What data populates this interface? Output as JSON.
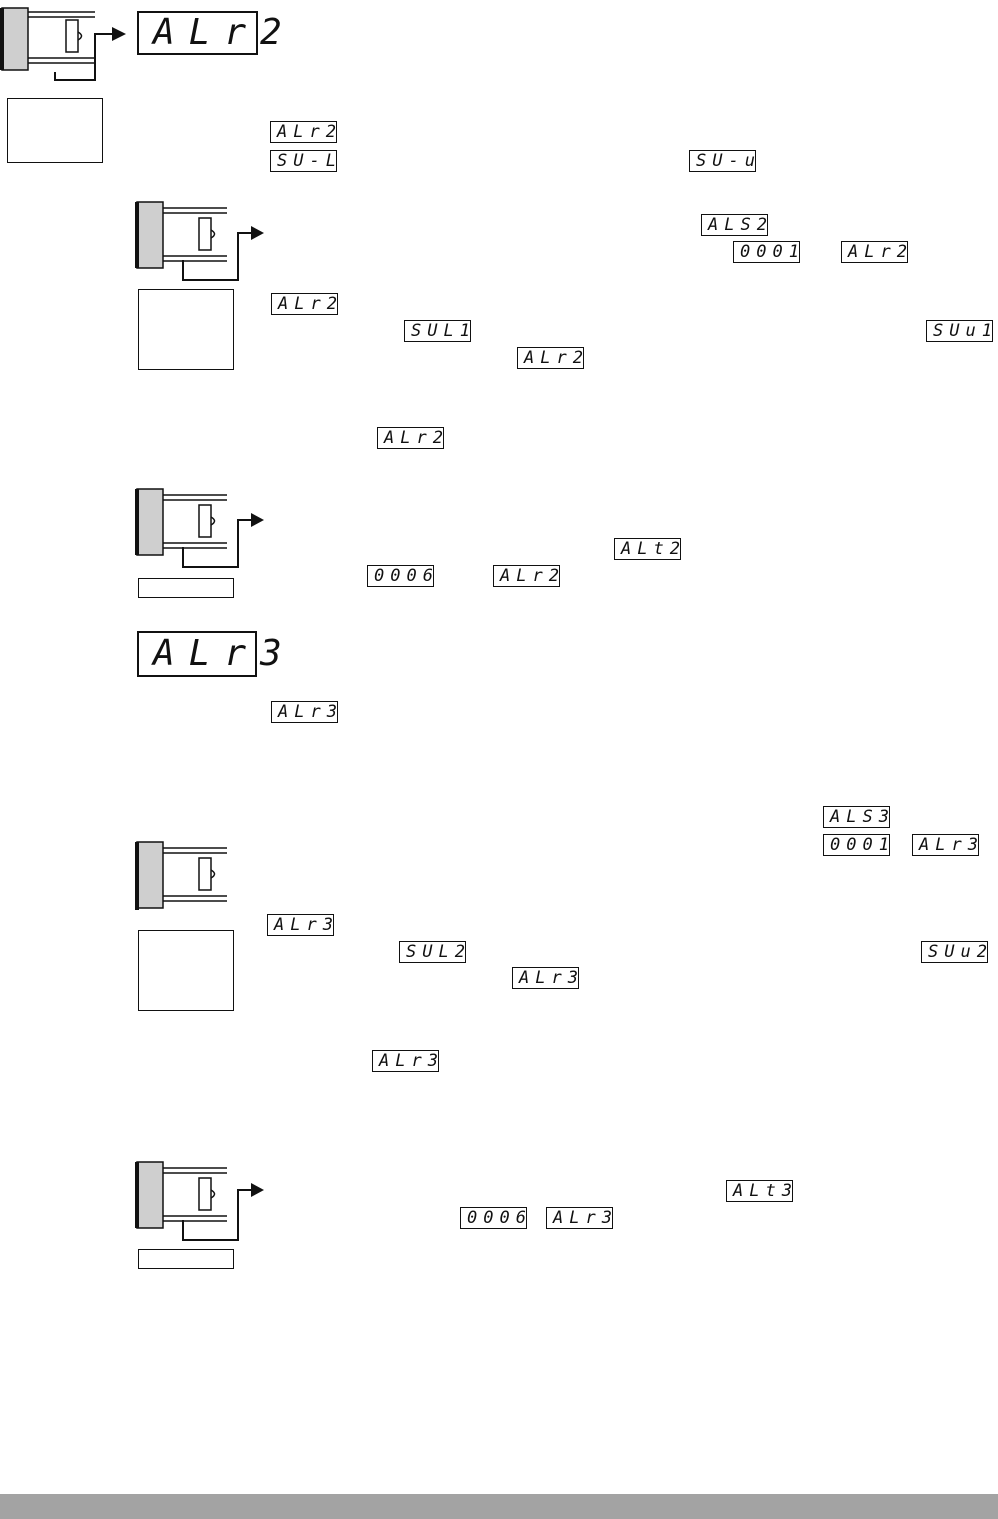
{
  "section_alr2": {
    "header_display": "ALr2",
    "intro": {
      "line1_code": "ALr2",
      "line2_code_left": "SU-L",
      "line2_code_right": "SU-u"
    },
    "block1": {
      "code_als": "ALS2",
      "code_value": "0001",
      "code_menu": "ALr2",
      "sub_code": "ALr2",
      "sub_low": "SUL1",
      "sub_high": "SUu1",
      "sub_menu": "ALr2",
      "note_code": "ALr2"
    },
    "block2": {
      "code_alt": "ALt2",
      "code_value": "0006",
      "code_menu": "ALr2"
    }
  },
  "section_alr3": {
    "header_display": "ALr3",
    "intro": {
      "line1_code": "ALr3"
    },
    "block1": {
      "code_als": "ALS3",
      "code_value": "0001",
      "code_menu": "ALr3",
      "sub_code": "ALr3",
      "sub_low": "SUL2",
      "sub_high": "SUu2",
      "sub_menu": "ALr3",
      "note_code": "ALr3"
    },
    "block2": {
      "code_alt": "ALt3",
      "code_value": "0006",
      "code_menu": "ALr3"
    }
  },
  "colors": {
    "footer_bar": "#a3a3a3",
    "device_fill": "#cfcfcf",
    "line": "#111111"
  },
  "icons": [
    "controller-button-icon",
    "arrow-right-icon"
  ]
}
